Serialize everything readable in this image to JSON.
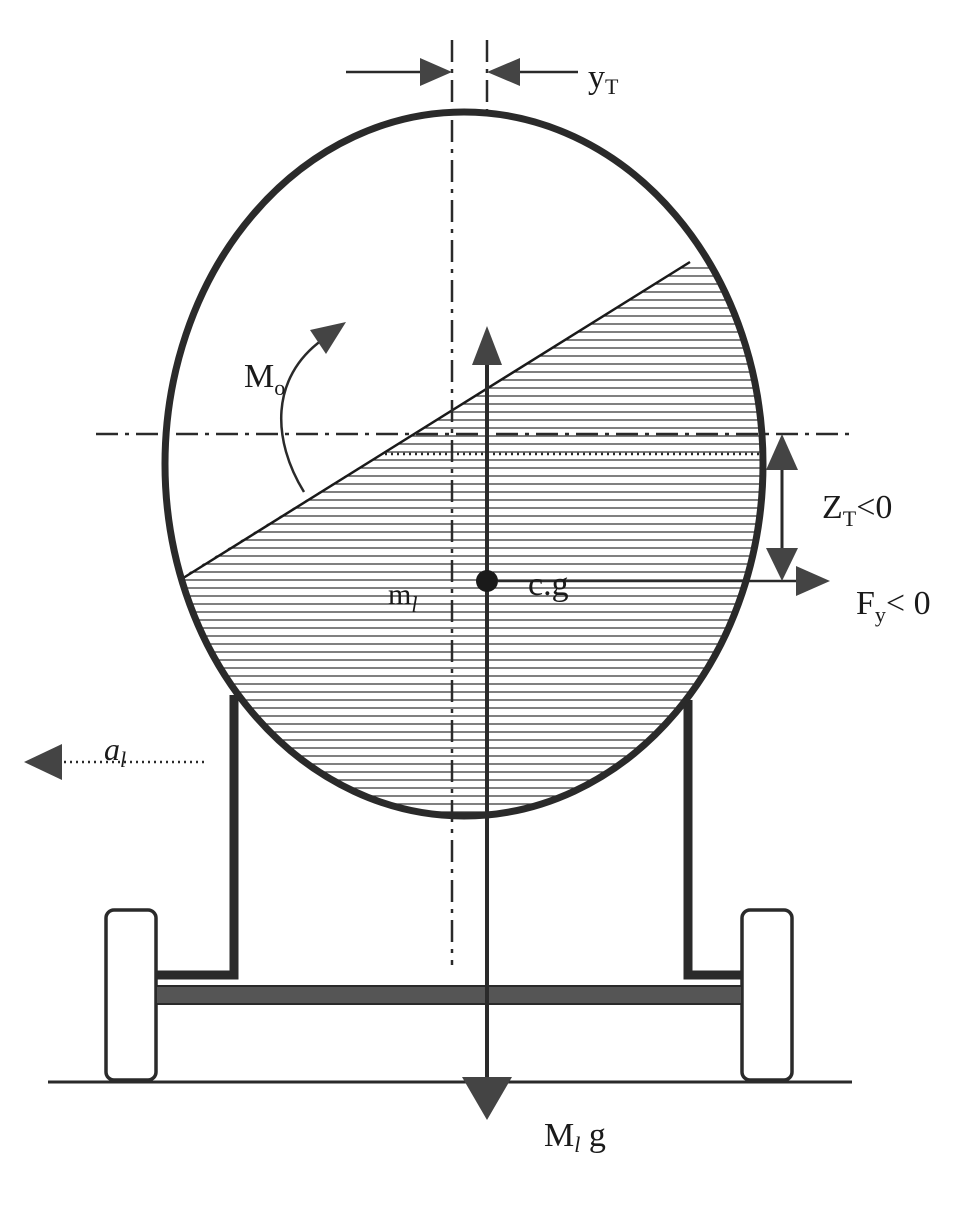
{
  "labels": {
    "yT": "y",
    "yT_sub": "T",
    "M0": "M",
    "M0_sub": "o",
    "ZT": "Z",
    "ZT_sub": "T",
    "ZT_rel": "<0",
    "cg": "c.g",
    "Fy": "F",
    "Fy_sub": "y",
    "Fy_rel": "< 0",
    "ml": "m",
    "ml_sub": "l",
    "al": "a",
    "al_sub": "l",
    "Mlg": "M",
    "Mlg_sub": "l",
    "Mlg_g": " g"
  },
  "colors": {
    "ink": "#2a2a2a",
    "fill": "#ffffff",
    "hatch": "#3a3a3a"
  }
}
